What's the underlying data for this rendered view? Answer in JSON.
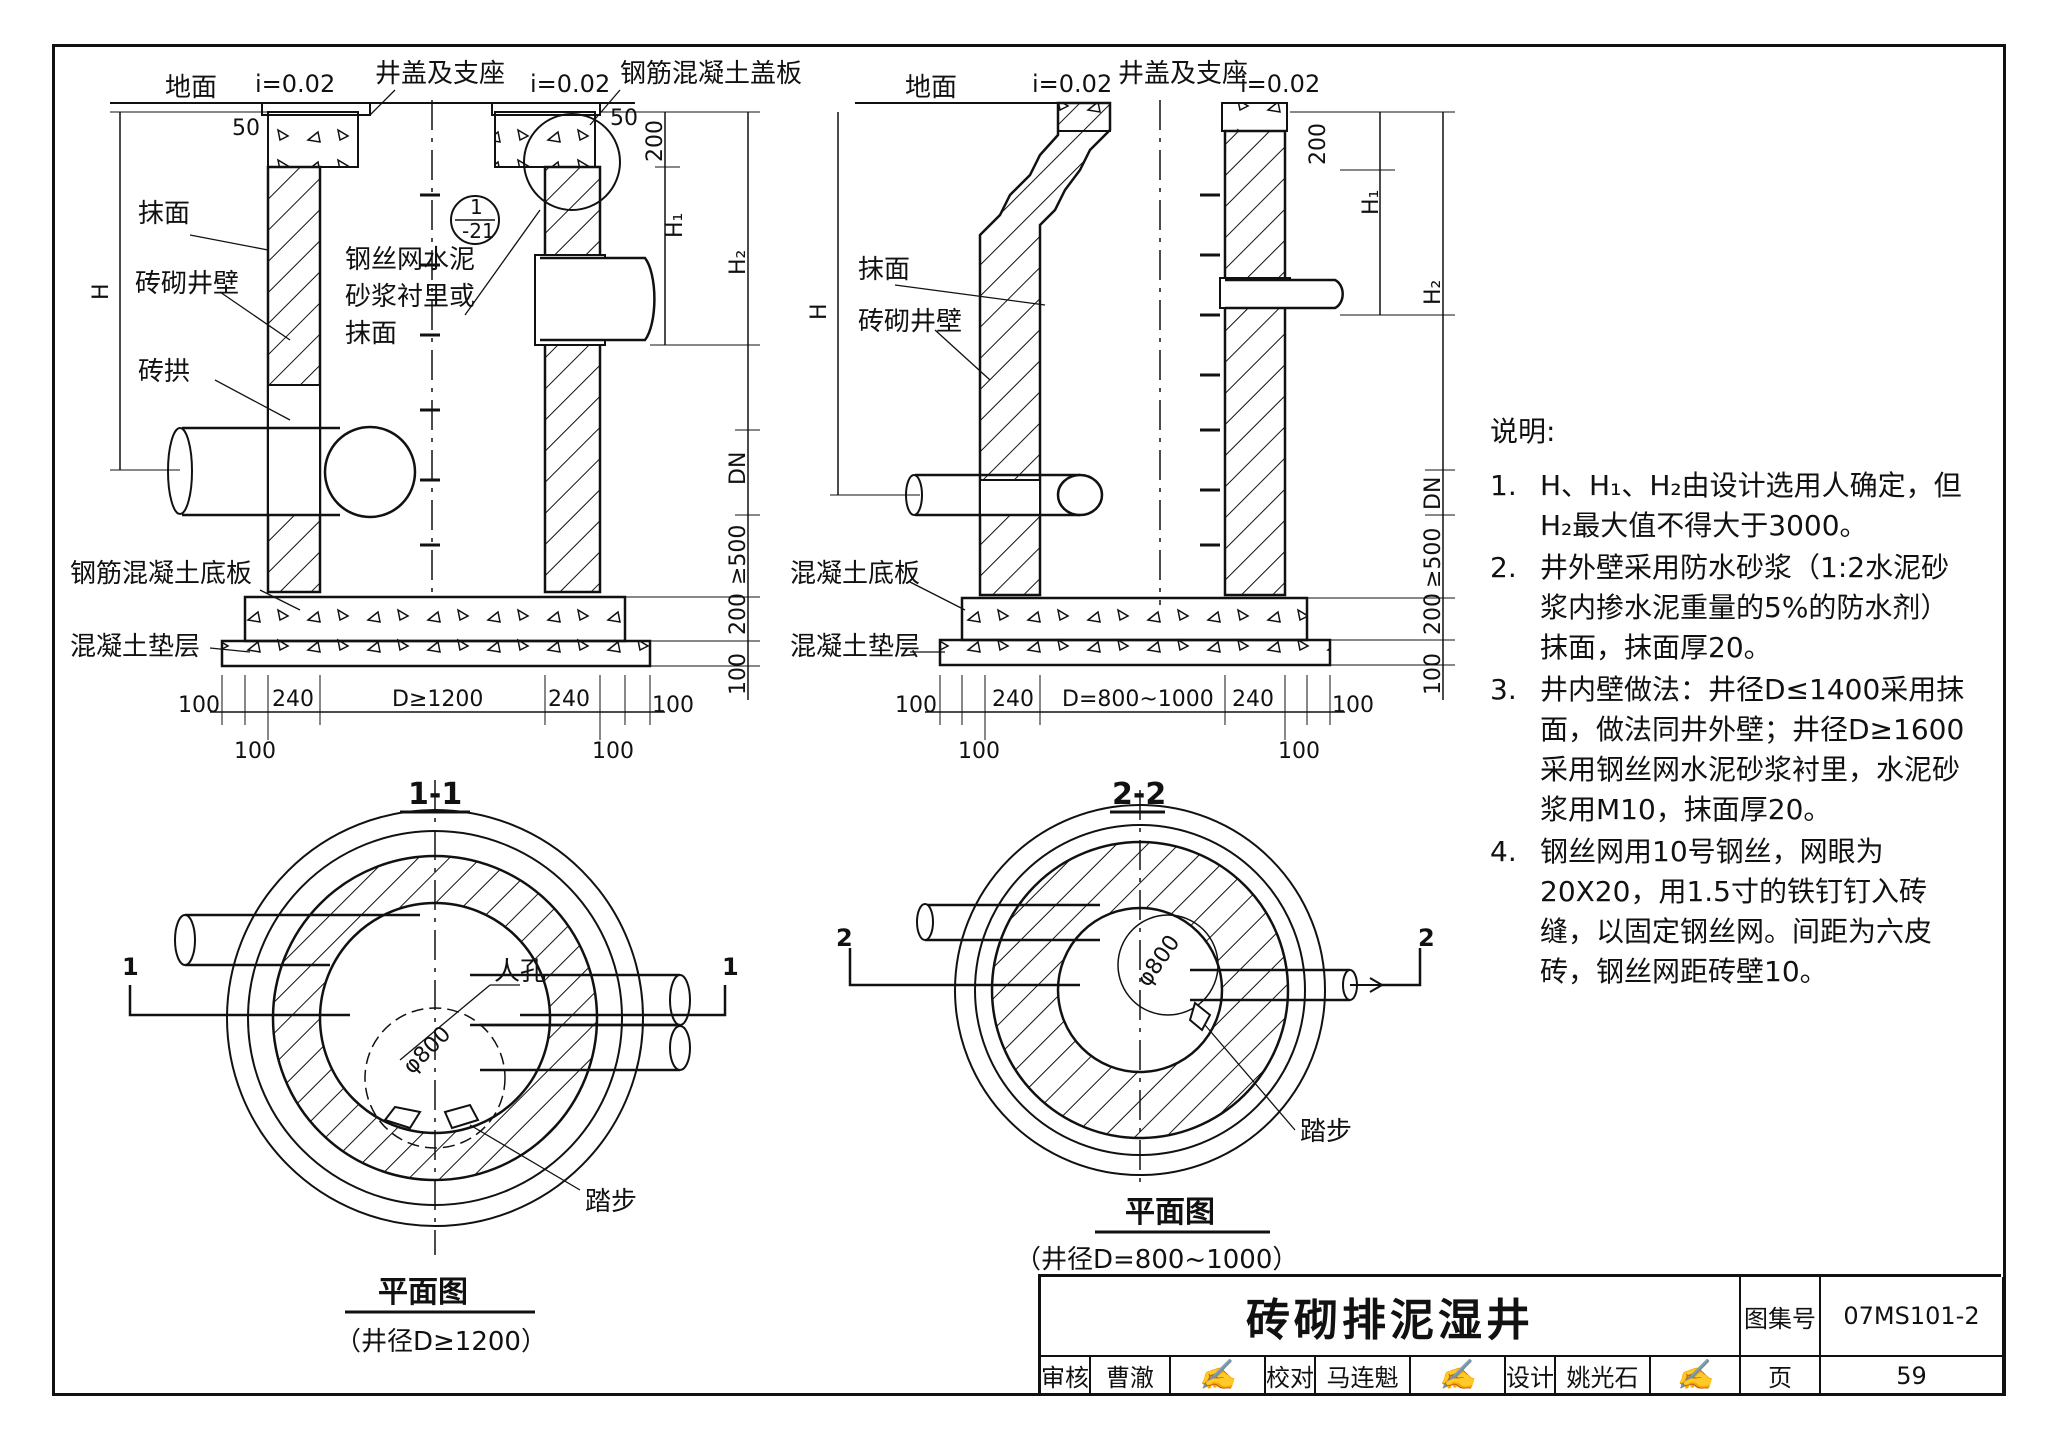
{
  "section_1": {
    "ground": "地面",
    "slope_left": "i=0.02",
    "slope_right": "i=0.02",
    "cover_label": "井盖及支座",
    "rc_cover_label": "钢筋混凝土盖板",
    "plaster": "抹面",
    "brick_wall": "砖砌井壁",
    "brick_arch": "砖拱",
    "mesh_lining": [
      "钢丝网水泥",
      "砂浆衬里或",
      "抹面"
    ],
    "rc_base": "钢筋混凝土底板",
    "cushion": "混凝土垫层",
    "detail_top": "1",
    "detail_bottom": "-21",
    "dim_50_left": "50",
    "dim_50_right": "50",
    "dim_200_top": "200",
    "H": "H",
    "H1": "H₁",
    "H2": "H₂",
    "DN": "DN",
    "dim_500": "≥500",
    "dim_200_base": "200",
    "dim_100_base": "100",
    "bottom_dims": [
      "100",
      "240",
      "D≥1200",
      "240",
      "100"
    ],
    "bottom_dims_2": [
      "100",
      "100"
    ],
    "section_label": "1-1"
  },
  "section_2": {
    "ground": "地面",
    "slope_left": "i=0.02",
    "slope_right": "i=0.02",
    "cover_label": "井盖及支座",
    "plaster": "抹面",
    "brick_wall": "砖砌井壁",
    "base": "混凝土底板",
    "cushion": "混凝土垫层",
    "dim_200_top": "200",
    "H": "H",
    "H1": "H₁",
    "H2": "H₂",
    "DN": "DN",
    "dim_500": "≥500",
    "dim_200_base": "200",
    "dim_100_base": "100",
    "bottom_dims": [
      "100",
      "240",
      "D=800~1000",
      "240",
      "100"
    ],
    "bottom_dims_2": [
      "100",
      "100"
    ],
    "section_label": "2-2"
  },
  "plan_1": {
    "manhole": "人孔",
    "diameter": "φ800",
    "step": "踏步",
    "cut_mark": "1",
    "title": "平面图",
    "subtitle": "（井径D≥1200）"
  },
  "plan_2": {
    "diameter": "φ800",
    "step": "踏步",
    "cut_mark": "2",
    "title": "平面图",
    "subtitle": "（井径D=800~1000）"
  },
  "notes": {
    "title": "说明:",
    "items": [
      {
        "num": "1.",
        "text": "H、H₁、H₂由设计选用人确定，但H₂最大值不得大于3000。"
      },
      {
        "num": "2.",
        "text": "井外壁采用防水砂浆（1:2水泥砂浆内掺水泥重量的5%的防水剂）抹面，抹面厚20。"
      },
      {
        "num": "3.",
        "text": "井内壁做法：井径D≤1400采用抹面，做法同井外壁；井径D≥1600采用钢丝网水泥砂浆衬里，水泥砂浆用M10，抹面厚20。"
      },
      {
        "num": "4.",
        "text": "钢丝网用10号钢丝，网眼为20X20，用1.5寸的铁钉钉入砖缝，以固定钢丝网。间距为六皮砖，钢丝网距砖壁10。"
      }
    ]
  },
  "title_block": {
    "title": "砖砌排泥湿井",
    "atlas_label": "图集号",
    "atlas_no": "07MS101-2",
    "page_label": "页",
    "page_no": "59",
    "review_label": "审核",
    "reviewer": "曹澈",
    "check_label": "校对",
    "checker": "马连魁",
    "design_label": "设计",
    "designer": "姚光石"
  }
}
